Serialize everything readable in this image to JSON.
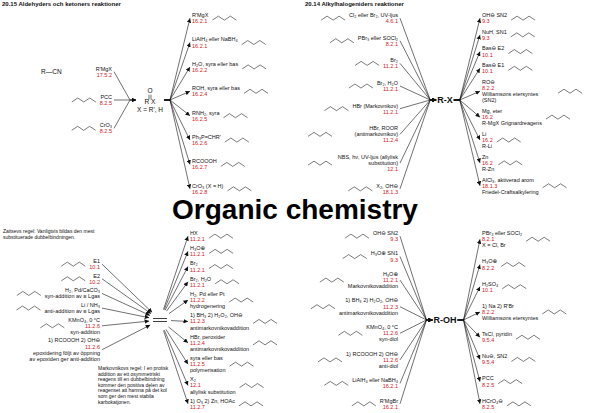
{
  "diagram": {
    "title": "Organic chemistry",
    "nodes": [
      {
        "text": [
          "O",
          "R X",
          "X = R', H"
        ]
      },
      {
        "text": [
          "R'MgX",
          "17.5.2"
        ]
      },
      {
        "text": [
          "PCC",
          "8.2.5"
        ]
      },
      {
        "text": [
          "CrO₃",
          "8.2.5"
        ]
      },
      {
        "text": [
          "R'MgX",
          "16.2.1"
        ]
      },
      {
        "text": [
          "LiAlH₄ eller NaBH₄",
          "16.2.1"
        ]
      },
      {
        "text": [
          "H₂O, syra eller bas",
          "16.2.2"
        ]
      },
      {
        "text": [
          "ROH, syra eller bas",
          "16.2.4"
        ]
      },
      {
        "text": [
          "RNH₂, syra",
          "16.2.5"
        ]
      },
      {
        "text": [
          "Ph₃P=CHR'",
          "16.2.6"
        ]
      },
      {
        "text": [
          "RCOOOH",
          "16.2.7"
        ]
      },
      {
        "text": [
          "CrO₃ (X = H)",
          "16.2.8"
        ]
      },
      {
        "text": [
          "R-X"
        ]
      },
      {
        "text": [
          "Cl₂ eller Br₂, UV-ljus",
          "4.6.1"
        ]
      },
      {
        "text": [
          "PBr₃ eller SOCl₂",
          "8.2.1"
        ]
      },
      {
        "text": [
          "Br₂",
          "11.2.1"
        ]
      },
      {
        "text": [
          "Br₂, H₂O",
          "11.2.1"
        ]
      },
      {
        "text": [
          "HBr (Markovnikov)",
          "11.2.1"
        ]
      },
      {
        "text": [
          "HBr, ROOR (antimarkovnikov)",
          "11.2.4"
        ]
      },
      {
        "text": [
          "NBS, hν, UV-ljus (allylisk substitution)",
          "12.1"
        ]
      },
      {
        "text": [
          "X₂, OH⊖",
          "18.1.3"
        ]
      },
      {
        "text": [
          "OH⊖ SN2",
          "9.3"
        ]
      },
      {
        "text": [
          "NuH, SN1",
          "9.3"
        ]
      },
      {
        "text": [
          "Bas⊖ E2",
          "10.1"
        ]
      },
      {
        "text": [
          "Bas⊖ E1",
          "10.1"
        ]
      },
      {
        "text": [
          "RO⊖",
          "8.2.2",
          "Williamsons etersyntes (SN2)"
        ]
      },
      {
        "text": [
          "Mg, eter",
          "16.2",
          "R-MgX Grignardreagens"
        ]
      },
      {
        "text": [
          "Li",
          "16.2",
          "R-Li"
        ]
      },
      {
        "text": [
          "Zn",
          "16.2",
          "R-Zn"
        ]
      },
      {
        "text": [
          "AlCl₃, aktiverad arom",
          "18.1.3",
          "Friedel-Craftsalkylering"
        ]
      },
      {
        "text": [
          "R-OH"
        ]
      },
      {
        "text": [
          "OH⊖ SN2",
          "9.3"
        ]
      },
      {
        "text": [
          "H₃O⊕ SN1",
          "9.3"
        ]
      },
      {
        "text": [
          "H₃O⊕",
          "11.2.1",
          "Markovnikovaddition"
        ]
      },
      {
        "text": [
          "1) BH₃ 2) H₂O₂, OH⊖",
          "11.2.3",
          "antimarkovnikovaddition"
        ]
      },
      {
        "text": [
          "KMnO₄, 0 °C",
          "11.2.6",
          "syn-diol"
        ]
      },
      {
        "text": [
          "1) RCOOOH 2) OH⊖",
          "11.2.6",
          "anti-diol"
        ]
      },
      {
        "text": [
          "LiAlH₄ eller NaBH₄",
          "16.2.1"
        ]
      },
      {
        "text": [
          "R'MgBr",
          "16.2.1"
        ]
      },
      {
        "text": [
          "PBr₃ eller SOCl₂",
          "8.2.1",
          "X = Cl, Br"
        ]
      },
      {
        "text": [
          "H₃O⊕",
          "8.2.2"
        ]
      },
      {
        "text": [
          "H₂SO₄",
          "10.1"
        ]
      },
      {
        "text": [
          "1) Na 2) R'Br",
          "8.2.2",
          "Williamsons etersyntes"
        ]
      },
      {
        "text": [
          "TsCl, pyridin",
          "9.5.4"
        ]
      },
      {
        "text": [
          "Nu⊖, SN2",
          "9.5.4"
        ]
      },
      {
        "text": [
          "PCC",
          "8.2.5"
        ]
      },
      {
        "text": [
          "HCrO₄⊖",
          "8.2.5"
        ]
      }
    ],
    "edges": [
      {
        "from": 1,
        "to": 0,
        "arrow": "to"
      },
      {
        "from": 2,
        "to": 0,
        "arrow": "to"
      },
      {
        "from": 3,
        "to": 0,
        "arrow": "to"
      },
      {
        "from": 0,
        "to": 4,
        "arrow": "to"
      },
      {
        "from": 0,
        "to": 5,
        "arrow": "to"
      },
      {
        "from": 0,
        "to": 6,
        "arrow": "to"
      },
      {
        "from": 0,
        "to": 7,
        "arrow": "to"
      },
      {
        "from": 0,
        "to": 8,
        "arrow": "to"
      },
      {
        "from": 0,
        "to": 9,
        "arrow": "to"
      },
      {
        "from": 0,
        "to": 10,
        "arrow": "to"
      },
      {
        "from": 0,
        "to": 11,
        "arrow": "to"
      },
      {
        "from": 13,
        "to": 12,
        "arrow": "to"
      },
      {
        "from": 14,
        "to": 12,
        "arrow": "to"
      },
      {
        "from": 15,
        "to": 12,
        "arrow": "to"
      },
      {
        "from": 16,
        "to": 12,
        "arrow": "to"
      },
      {
        "from": 17,
        "to": 12,
        "arrow": "to"
      },
      {
        "from": 18,
        "to": 12,
        "arrow": "to"
      },
      {
        "from": 19,
        "to": 12,
        "arrow": "to"
      },
      {
        "from": 20,
        "to": 12,
        "arrow": "to"
      },
      {
        "from": 12,
        "to": 21,
        "arrow": "to"
      },
      {
        "from": 12,
        "to": 22,
        "arrow": "to"
      },
      {
        "from": 12,
        "to": 23,
        "arrow": "to"
      },
      {
        "from": 12,
        "to": 24,
        "arrow": "to"
      },
      {
        "from": 12,
        "to": 25,
        "arrow": "to"
      },
      {
        "from": 12,
        "to": 26,
        "arrow": "to"
      },
      {
        "from": 12,
        "to": 27,
        "arrow": "to"
      },
      {
        "from": 12,
        "to": 28,
        "arrow": "to"
      },
      {
        "from": 12,
        "to": 29,
        "arrow": "to"
      },
      {
        "from": 31,
        "to": 30,
        "arrow": "to"
      },
      {
        "from": 32,
        "to": 30,
        "arrow": "to"
      },
      {
        "from": 33,
        "to": 30,
        "arrow": "to"
      },
      {
        "from": 34,
        "to": 30,
        "arrow": "to"
      },
      {
        "from": 35,
        "to": 30,
        "arrow": "to"
      },
      {
        "from": 36,
        "to": 30,
        "arrow": "to"
      },
      {
        "from": 37,
        "to": 30,
        "arrow": "to"
      },
      {
        "from": 38,
        "to": 30,
        "arrow": "to"
      },
      {
        "from": 30,
        "to": 39,
        "arrow": "to"
      },
      {
        "from": 30,
        "to": 40,
        "arrow": "to"
      },
      {
        "from": 30,
        "to": 41,
        "arrow": "to"
      },
      {
        "from": 30,
        "to": 42,
        "arrow": "to"
      },
      {
        "from": 30,
        "to": 43,
        "arrow": "to"
      },
      {
        "from": 30,
        "to": 44,
        "arrow": "to"
      },
      {
        "from": 30,
        "to": 45,
        "arrow": "to"
      },
      {
        "from": 30,
        "to": 46,
        "arrow": "to"
      }
    ],
    "labels": [
      "20.15 Aldehyders och ketoners reaktioner",
      "R—CN",
      "20.14 Alkylhalogeniders reaktioner",
      "Zaitsevs regel: Vanligtvis bildas den mest substituerade dubbelbindningen.",
      "E1",
      "10.1",
      "E2",
      "10.2",
      "H₂, Pd/CaCO₃",
      "syn-addition av ≡ Lgas",
      "Li / NH₃",
      "anti-addition av ≡ Lgas",
      "KMnO₄, 0 °C",
      "11.2.6",
      "syn-addition",
      "1) RCOOOH 2) OH⊖",
      "11.2.6",
      "epoxidering följt av öppning av epoxiden ger anti-addition",
      "HX",
      "11.2.1",
      "H₃O⊕",
      "11.2.1",
      "Br₂",
      "11.2.1",
      "Br₂, H₂O",
      "11.2.1",
      "H₂, Pd eller Pt",
      "11.2.2",
      "hydrogenering",
      "1) BH₃ 2) H₂O₂, OH⊖",
      "11.2.3",
      "antimarkovnikovaddition",
      "HBr, peroxider",
      "11.2.4",
      "antimarkovnikovaddition",
      "syra eller bas",
      "11.2.5",
      "polymerisation",
      "X₂",
      "12.1",
      "allylisk substitution",
      "1) O₃ 2) Zn, HOAc",
      "11.2.7",
      "Markovnikovs regel: I en protisk addition av ett osymmetriskt reagens till en dubbelbindning kommer den positiva delen av reagenset att hamna på det kol som ger den mest stabila karbokatjonen."
    ]
  }
}
